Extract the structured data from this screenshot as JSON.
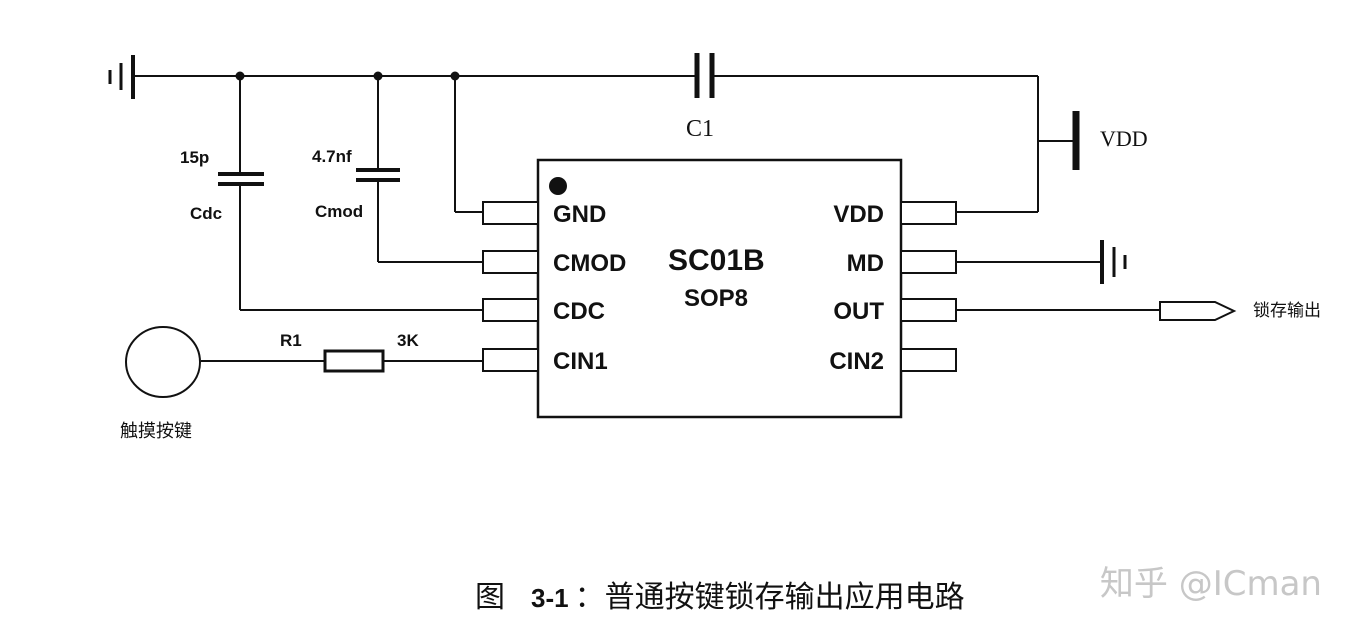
{
  "chip": {
    "name": "SC01B",
    "package": "SOP8",
    "left_pins": [
      "GND",
      "CMOD",
      "CDC",
      "CIN1"
    ],
    "right_pins": [
      "VDD",
      "MD",
      "OUT",
      "CIN2"
    ]
  },
  "components": {
    "c1": "C1",
    "cdc_value": "15p",
    "cdc_name": "Cdc",
    "cmod_value": "4.7nf",
    "cmod_name": "Cmod",
    "r1_name": "R1",
    "r1_value": "3K",
    "vdd_rail": "VDD"
  },
  "labels": {
    "touch_key": "触摸按键",
    "latch_output": "锁存输出"
  },
  "caption": {
    "prefix": "图",
    "number": "3-1",
    "text": "：普通按键锁存输出应用电路"
  },
  "watermark": "知乎 @ICman"
}
